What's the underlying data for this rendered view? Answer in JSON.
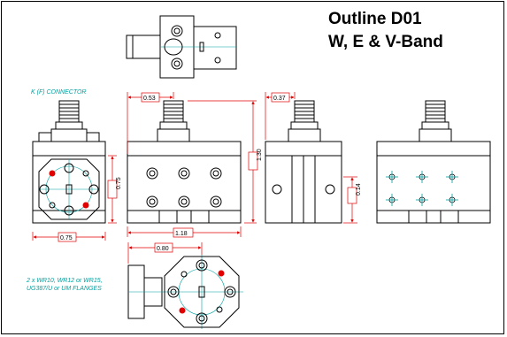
{
  "title_line1": "Outline D01",
  "title_line2": "W, E & V-Band",
  "connector_label": "K (F) CONNECTOR",
  "flange_note_line1": "2 x WR10, WR12 or WR15,",
  "flange_note_line2": "UG387/U or UM FLANGES",
  "dimensions": {
    "front_width": "0.75",
    "front_height": "0.75",
    "side_offset": "0.53",
    "side_height": "1.30",
    "side_width": "1.18",
    "end_offset": "0.37",
    "end_small": "0.14",
    "bottom_width": "0.80"
  },
  "colors": {
    "outline": "#000000",
    "dimension": "#e00000",
    "centerline": "#00a0a0",
    "hole_red": "#e00000",
    "note": "#00a0a0"
  }
}
